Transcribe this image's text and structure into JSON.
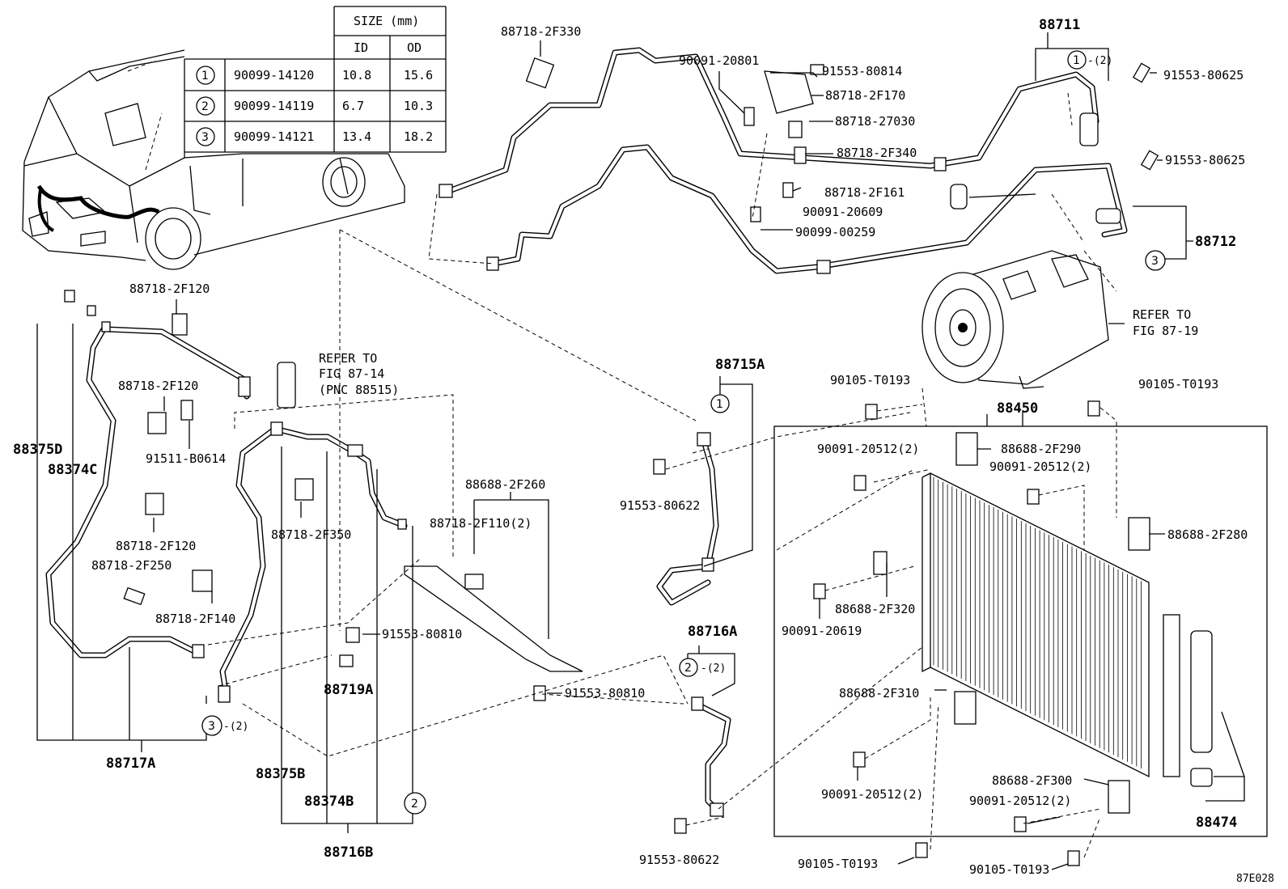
{
  "size_table": {
    "size_header": "SIZE (mm)",
    "col_id": "ID",
    "col_od": "OD",
    "rows": [
      {
        "mark": "1",
        "part": "90099-14120",
        "id": "10.8",
        "od": "15.6"
      },
      {
        "mark": "2",
        "part": "90099-14119",
        "id": "6.7",
        "od": "10.3"
      },
      {
        "mark": "3",
        "part": "90099-14121",
        "id": "13.4",
        "od": "18.2"
      }
    ]
  },
  "labels": {
    "p88718_2F330": "88718-2F330",
    "p90091_20801": "90091-20801",
    "p91553_80814": "91553-80814",
    "p88718_2F170": "88718-2F170",
    "p88718_27030": "88718-27030",
    "p88718_2F340": "88718-2F340",
    "p88718_2F161": "88718-2F161",
    "p90091_20609": "90091-20609",
    "p90099_00259": "90099-00259",
    "p88711": "88711",
    "p91553_80625_a": "91553-80625",
    "p91553_80625_b": "91553-80625",
    "p88712": "88712",
    "refer_87_19_a": "REFER TO",
    "refer_87_19_b": "FIG 87-19",
    "p88718_2F120_a": "88718-2F120",
    "p88718_2F120_b": "88718-2F120",
    "p88718_2F120_c": "88718-2F120",
    "refer_87_14_a": "REFER TO",
    "refer_87_14_b": "FIG 87-14",
    "refer_87_14_c": "(PNC 88515)",
    "p91511_B0614": "91511-B0614",
    "p88375D": "88375D",
    "p88374C": "88374C",
    "p88718_2F250": "88718-2F250",
    "p88718_2F140": "88718-2F140",
    "p88718_2F350": "88718-2F350",
    "p88688_2F260": "88688-2F260",
    "p88718_2F110": "88718-2F110(2)",
    "p91553_80810_a": "91553-80810",
    "p91553_80810_b": "91553-80810",
    "p88719A": "88719A",
    "p88717A": "88717A",
    "p88375B": "88375B",
    "p88374B": "88374B",
    "p88716B": "88716B",
    "p88715A": "88715A",
    "p91553_80622_a": "91553-80622",
    "p91553_80622_b": "91553-80622",
    "p88716A": "88716A",
    "p90105_T0193_a": "90105-T0193",
    "p90105_T0193_b": "90105-T0193",
    "p90105_T0193_c": "90105-T0193",
    "p90105_T0193_d": "90105-T0193",
    "p88450": "88450",
    "p90091_20512_a": "90091-20512(2)",
    "p90091_20512_b": "90091-20512(2)",
    "p90091_20512_c": "90091-20512(2)",
    "p90091_20512_d": "90091-20512(2)",
    "p88688_2F290": "88688-2F290",
    "p88688_2F280": "88688-2F280",
    "p88688_2F320": "88688-2F320",
    "p90091_20619": "90091-20619",
    "p88688_2F310": "88688-2F310",
    "p88688_2F300": "88688-2F300",
    "p88474": "88474",
    "fig_code": "87E028"
  },
  "markers": {
    "m1_top": "1",
    "m1_top_qty": "-(2)",
    "m3_right": "3",
    "m3_left": "3",
    "m3_left_qty": "-(2)",
    "m2_bottom": "2",
    "m1_mid": "1",
    "m2_mid": "2",
    "m2_mid_qty": "-(2)"
  }
}
